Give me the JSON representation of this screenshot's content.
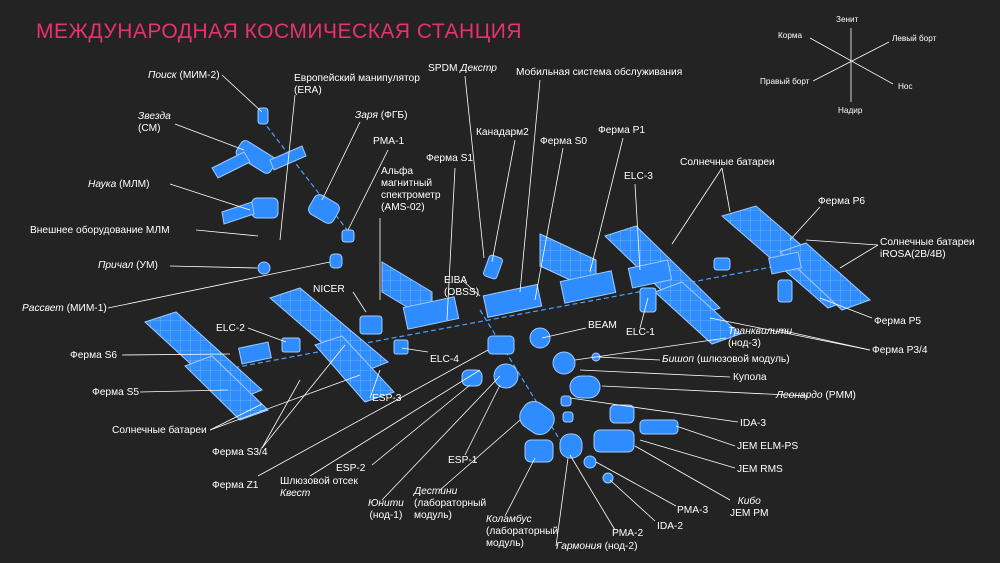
{
  "title": "МЕЖДУНАРОДНАЯ КОСМИЧЕСКАЯ СТАНЦИЯ",
  "colors": {
    "background": "#232323",
    "title": "#e8336a",
    "module_fill": "#2f8cff",
    "module_line": "#9fcbff",
    "leader": "#ffffff",
    "truss_line": "#4aa3ff"
  },
  "orientation": {
    "zenith": "Зенит",
    "nadir": "Надир",
    "stern": "Корма",
    "nose": "Нос",
    "port": "Левый борт",
    "starboard": "Правый борт"
  },
  "labels": {
    "poisk": {
      "name": "Поиск",
      "abbr": " (МИМ-2)"
    },
    "zvezda": {
      "name": "Звезда",
      "abbr": "(СМ)"
    },
    "nauka": {
      "name": "Наука",
      "abbr": " (МЛМ)"
    },
    "mlm_outfitting": "Внешнее оборудование МЛМ",
    "prichal": {
      "name": "Причал",
      "abbr": " (УМ)"
    },
    "rassvet": {
      "name": "Рассвет",
      "abbr": " (МИМ-1)"
    },
    "era": [
      "Европейский манипулятор",
      "(ERA)"
    ],
    "zarya": {
      "name": "Заря",
      "abbr": " (ФГБ)"
    },
    "pma1": "PMA-1",
    "ams": [
      "Альфа",
      "магнитный",
      "спектрометр",
      "(AMS-02)"
    ],
    "truss_s1": "Ферма S1",
    "spdm": {
      "pre": "SPDM ",
      "name": "Декстр"
    },
    "mss": "Мобильная система обслуживания",
    "canadarm2": "Канадарм2",
    "truss_s0": "Ферма S0",
    "truss_p1": "Ферма P1",
    "elc3": "ELC-3",
    "solar_arrays_top": "Солнечные батареи",
    "truss_p6": "Ферма P6",
    "irosa": [
      "Солнечные батареи",
      "iROSA(2B/4B)"
    ],
    "nicer": "NICER",
    "eiba": [
      "EIBA",
      "(OBSS)"
    ],
    "elc2": "ELC-2",
    "beam": "BEAM",
    "elc1": "ELC-1",
    "truss_p5": "Ферма P5",
    "tranquility": {
      "name": "Транквилити",
      "abbr": "(нод-3)"
    },
    "truss_p34": "Ферма P3/4",
    "truss_s6": "Ферма S6",
    "elc4": "ELC-4",
    "bishop": {
      "name": "Бишоп",
      "abbr": " (шлюзовой модуль)"
    },
    "cupola": "Купола",
    "truss_s5": "Ферма S5",
    "esp3": "ESP-3",
    "leonardo": {
      "name": "Леонардо",
      "abbr": " (PMM)"
    },
    "ida3": "IDA-3",
    "solar_arrays_bottom": "Солнечные батареи",
    "jem_elm_ps": "JEM ELM-PS",
    "truss_s34": "Ферма S3/4",
    "esp2": "ESP-2",
    "esp1": "ESP-1",
    "jem_rms": "JEM RMS",
    "truss_z1": "Ферма Z1",
    "quest": {
      "line1": "Шлюзовой отсек",
      "name": "Квест"
    },
    "kibo": {
      "name": "Кибо",
      "abbr": "JEM PM"
    },
    "unity": {
      "name": "Юнити",
      "abbr": "(нод-1)"
    },
    "destiny": {
      "name": "Дестини",
      "abbr1": "(лабораторный",
      "abbr2": "модуль)"
    },
    "pma3": "PMA-3",
    "columbus": {
      "name": "Коламбус",
      "abbr1": "(лабораторный",
      "abbr2": "модуль)"
    },
    "pma2": "PMA-2",
    "ida2": "IDA-2",
    "harmony": {
      "name": "Гармония",
      "abbr": " (нод-2)"
    }
  }
}
